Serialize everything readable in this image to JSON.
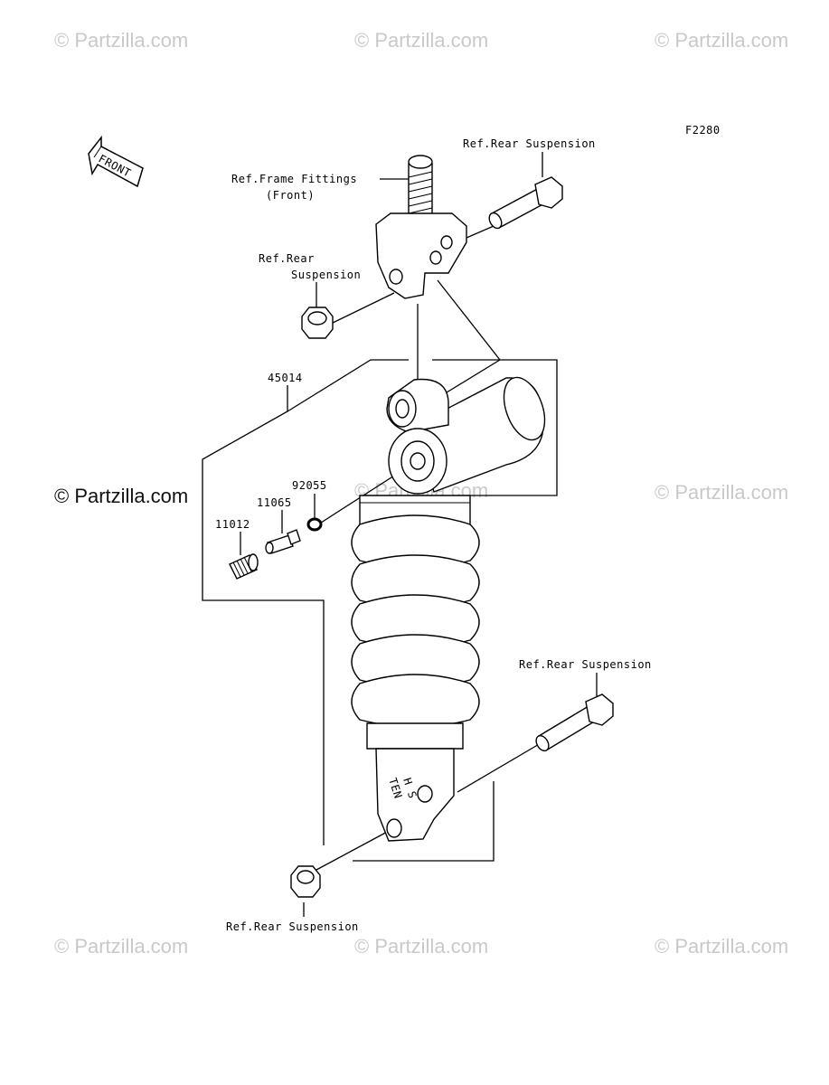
{
  "diagram_id": "F2280",
  "watermark": "© Partzilla.com",
  "front_arrow": "FRONT",
  "labels": {
    "ref_rear_suspension_top": "Ref.Rear Suspension",
    "ref_frame_fittings_line1": "Ref.Frame Fittings",
    "ref_frame_fittings_line2": "(Front)",
    "ref_rear_left_line1": "Ref.Rear",
    "ref_rear_left_line2": "Suspension",
    "ref_rear_suspension_right": "Ref.Rear Suspension",
    "ref_rear_suspension_bottom": "Ref.Rear Suspension",
    "shock_spring_text_1": "TEN",
    "shock_spring_text_2": "H S"
  },
  "parts": {
    "shock_absorber": "45014",
    "o_ring": "92055",
    "valve": "11065",
    "cap": "11012"
  }
}
